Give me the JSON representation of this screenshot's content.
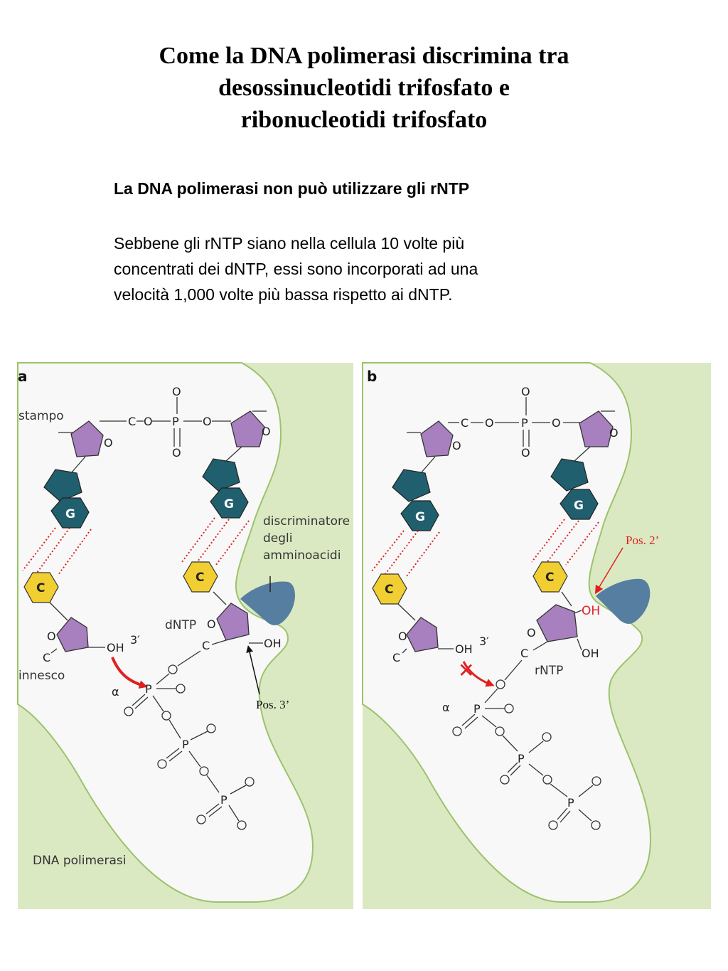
{
  "title": {
    "line1": "Come la DNA polimerasi discrimina tra",
    "line2": "desossinucleotidi trifosfato e",
    "line3": "ribonucleotidi trifosfato"
  },
  "subtitle": "La DNA polimerasi non può utilizzare gli rNTP",
  "body": {
    "line1": "Sebbene gli rNTP siano nella cellula 10 volte più",
    "line2": "concentrati dei dNTP,  essi sono incorporati ad una",
    "line3": "velocità 1,000 volte più bassa rispetto ai dNTP."
  },
  "figure": {
    "colors": {
      "background_green": "#dbe9c3",
      "pocket": "#f8f8f8",
      "outline": "#9cc36a",
      "sugar": "#a87fbf",
      "purine": "#1f5f6e",
      "pyrimidine": "#f1cf33",
      "discriminator": "#567ea1",
      "red": "#e02020"
    },
    "panel_a": {
      "letter": "a",
      "template_label": "stampo",
      "primer_label": "innesco",
      "incoming_label": "dNTP",
      "discriminator_label": [
        "discriminatore",
        "degli",
        "amminoacidi"
      ],
      "enzyme_label": "DNA polimerasi",
      "pos_label": "Pos. 3’",
      "alpha": "α",
      "prime3": "3′",
      "oh": "OH",
      "c": "C",
      "o": "O",
      "p": "P",
      "g_base": "G",
      "c_base": "C"
    },
    "panel_b": {
      "letter": "b",
      "incoming_label": "rNTP",
      "pos_label": "Pos. 2’",
      "alpha": "α",
      "prime3": "3′",
      "oh": "OH",
      "oh_red": "OH",
      "c": "C",
      "o": "O",
      "p": "P",
      "g_base": "G",
      "c_base": "C",
      "cross": "✕"
    }
  }
}
